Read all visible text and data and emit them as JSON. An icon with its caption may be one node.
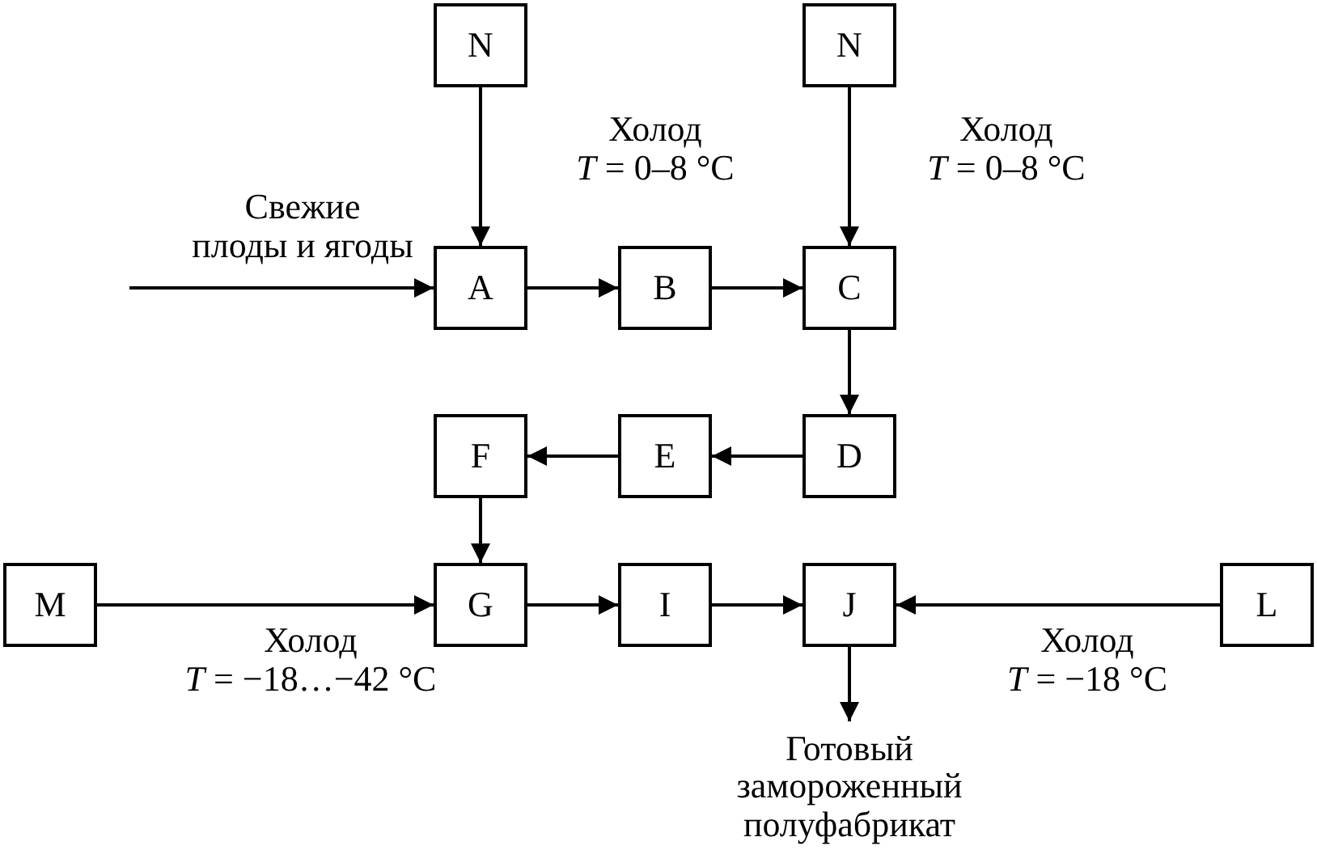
{
  "diagram": {
    "nodes": [
      {
        "text": [
          "N"
        ]
      },
      {
        "text": [
          "N"
        ]
      },
      {
        "text": [
          "A"
        ]
      },
      {
        "text": [
          "B"
        ]
      },
      {
        "text": [
          "C"
        ]
      },
      {
        "text": [
          "D"
        ]
      },
      {
        "text": [
          "E"
        ]
      },
      {
        "text": [
          "F"
        ]
      },
      {
        "text": [
          "G"
        ]
      },
      {
        "text": [
          "I"
        ]
      },
      {
        "text": [
          "J"
        ]
      },
      {
        "text": [
          "M"
        ]
      },
      {
        "text": [
          "L"
        ]
      },
      {
        "text": [
          "Готовый замороженный полуфабрикат"
        ]
      }
    ],
    "edges": [
      {
        "from": 0,
        "to": 2,
        "arrow": "to",
        "label": "Холод *T* = 0–8 °C"
      },
      {
        "from": null,
        "to": 2,
        "arrow": "to",
        "label": "Свежие плоды и ягоды"
      },
      {
        "from": 2,
        "to": 3,
        "arrow": "to"
      },
      {
        "from": 3,
        "to": 4,
        "arrow": "to"
      },
      {
        "from": 1,
        "to": 4,
        "arrow": "to",
        "label": "Холод *T* = 0–8 °C"
      },
      {
        "from": 4,
        "to": 5,
        "arrow": "to"
      },
      {
        "from": 5,
        "to": 6,
        "arrow": "to"
      },
      {
        "from": 6,
        "to": 7,
        "arrow": "to"
      },
      {
        "from": 7,
        "to": 8,
        "arrow": "to"
      },
      {
        "from": 11,
        "to": 8,
        "arrow": "to",
        "label": "Холод *T* = −18…−42 °C"
      },
      {
        "from": 8,
        "to": 9,
        "arrow": "to"
      },
      {
        "from": 9,
        "to": 10,
        "arrow": "to"
      },
      {
        "from": 12,
        "to": 10,
        "arrow": "to",
        "label": "Холод *T* = −18 °C"
      },
      {
        "from": 10,
        "to": 13,
        "arrow": "to"
      }
    ]
  }
}
